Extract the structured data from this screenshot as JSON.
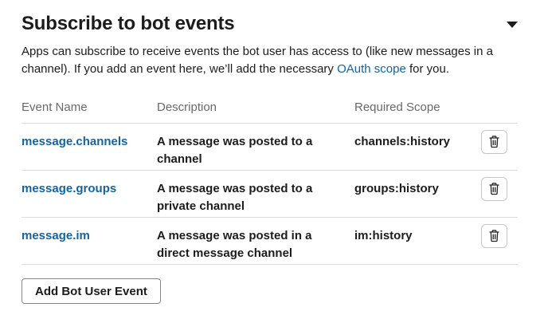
{
  "section": {
    "title": "Subscribe to bot events",
    "description": {
      "before_link": "Apps can subscribe to receive events the bot user has access to (like new messages in a channel). If you add an event here, we’ll add the necessary ",
      "link": "OAuth scope",
      "after_link": " for you."
    }
  },
  "table": {
    "headers": [
      "Event Name",
      "Description",
      "Required Scope"
    ],
    "rows": [
      {
        "event": "message.channels",
        "description": "A message was posted to a channel",
        "scope": "channels:history"
      },
      {
        "event": "message.groups",
        "description": "A message was posted to a private channel",
        "scope": "groups:history"
      },
      {
        "event": "message.im",
        "description": "A message was posted in a direct message channel",
        "scope": "im:history"
      }
    ]
  },
  "actions": {
    "add_button_label": "Add Bot User Event",
    "delete_icon": "trash-icon",
    "collapse_icon": "chevron-down-icon"
  },
  "colors": {
    "link_blue": "#1264a3",
    "text_dark": "#1d1c1d",
    "muted_gray": "#696969",
    "divider_gray": "#dddddd"
  }
}
